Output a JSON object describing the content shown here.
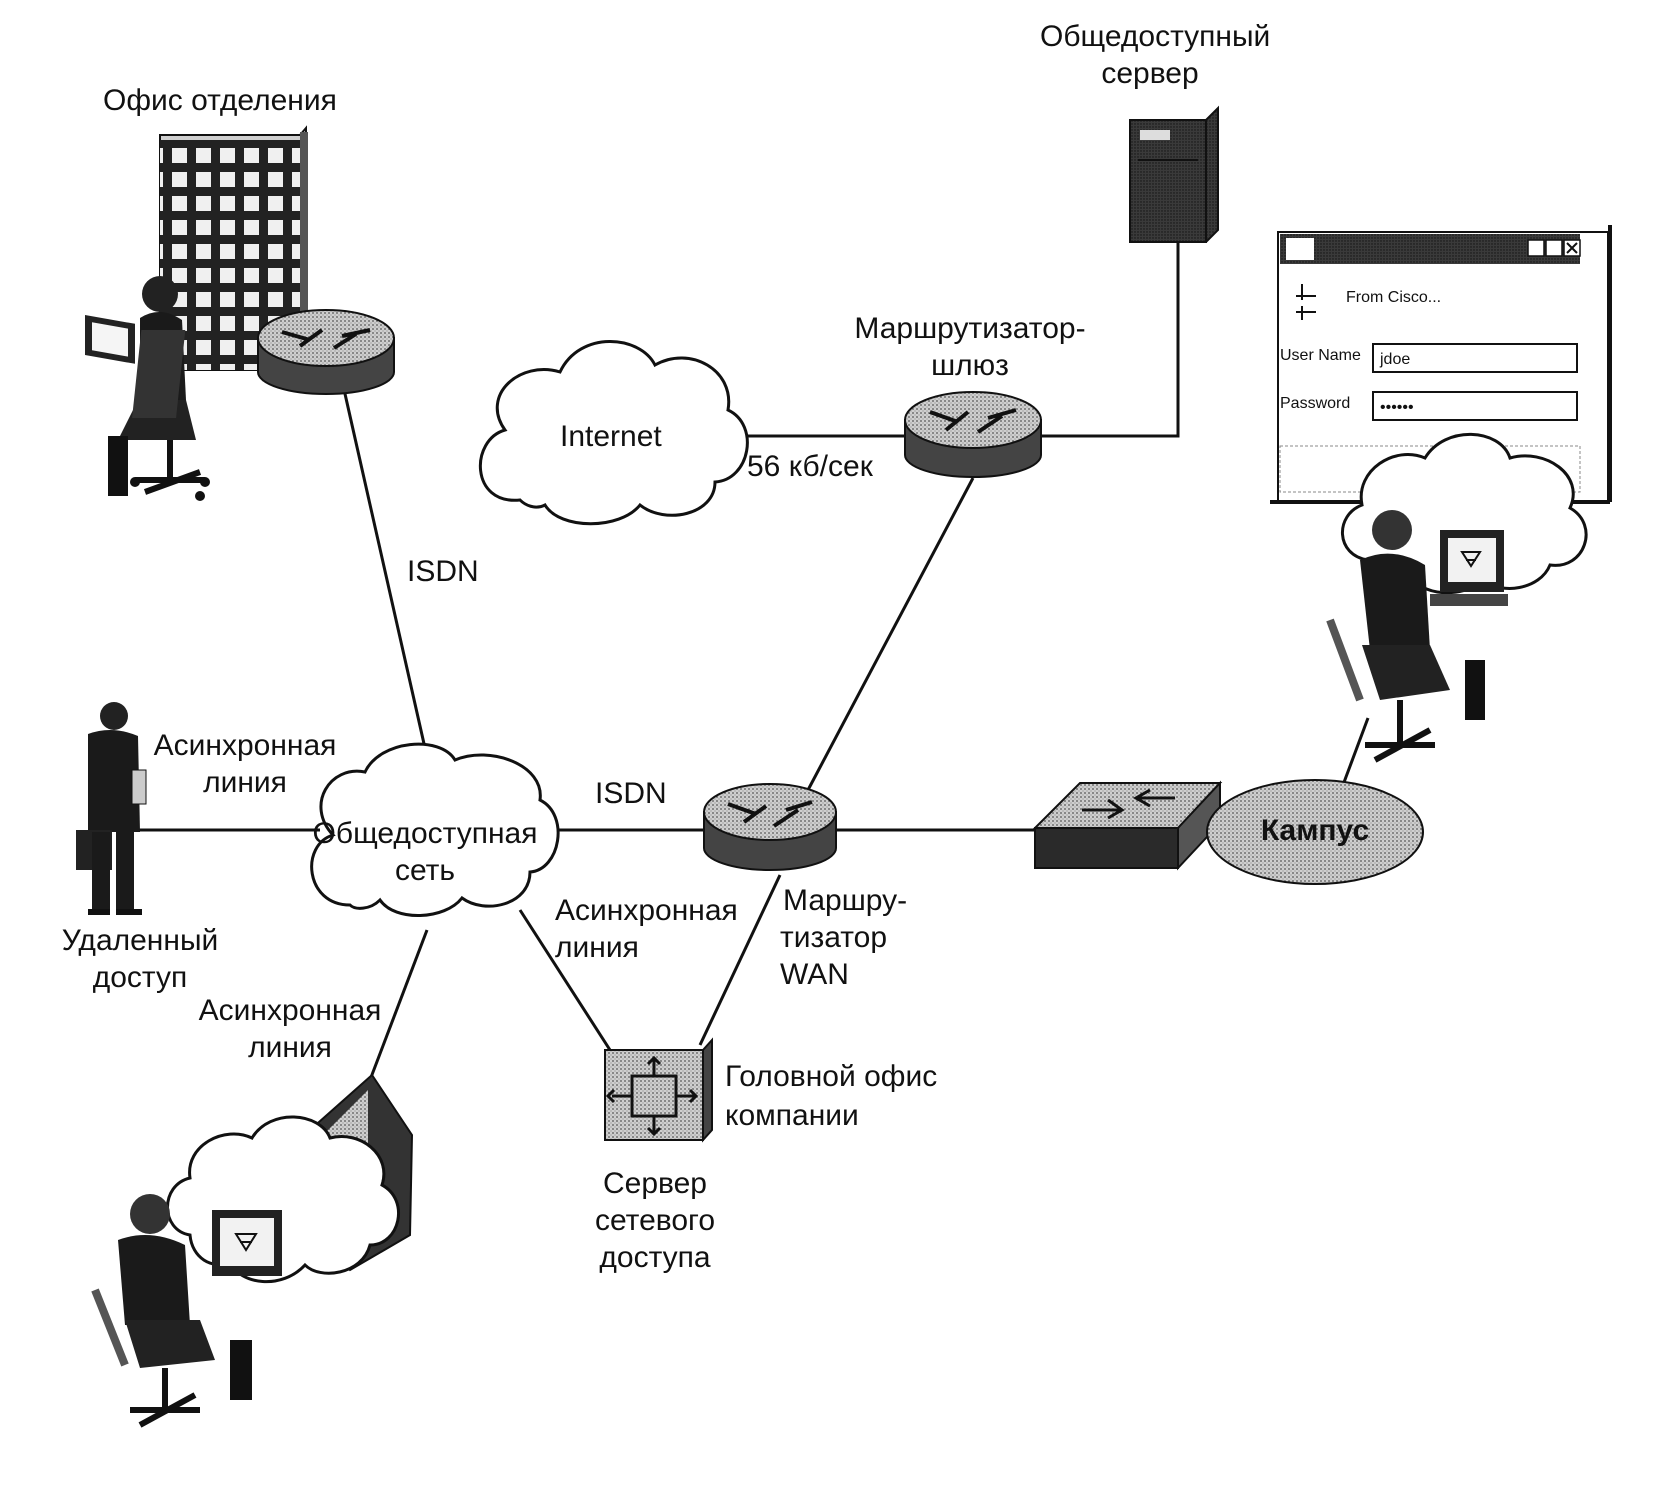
{
  "labels": {
    "branch_office": "Офис отделения",
    "public_server_1": "Общедоступный",
    "public_server_2": "сервер",
    "gateway_router_1": "Маршрутизатор-",
    "gateway_router_2": "шлюз",
    "internet": "Internet",
    "speed": "56 кб/сек",
    "isdn_top": "ISDN",
    "async_left_1": "Асинхронная",
    "async_left_2": "линия",
    "public_network_1": "Общедоступная",
    "public_network_2": "сеть",
    "isdn_mid": "ISDN",
    "remote_access_1": "Удаленный",
    "remote_access_2": "доступ",
    "async_mid_1": "Асинхронная",
    "async_mid_2": "линия",
    "wan_router_1": "Маршру-",
    "wan_router_2": "тизатор",
    "wan_router_3": "WAN",
    "async_bottom_1": "Асинхронная",
    "async_bottom_2": "линия",
    "head_office_1": "Головной офис",
    "head_office_2": "компании",
    "nas_1": "Сервер",
    "nas_2": "сетевого",
    "nas_3": "доступа",
    "campus": "Кампус"
  },
  "login_window": {
    "from": "From Cisco...",
    "username_label": "User Name",
    "username_value": "jdoe",
    "password_label": "Password",
    "password_value": "••••••"
  }
}
